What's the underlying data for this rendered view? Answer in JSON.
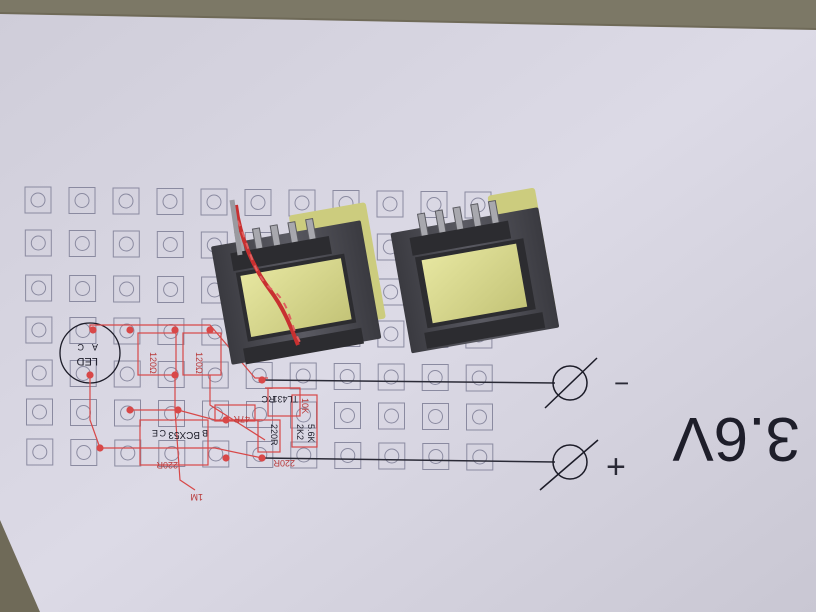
{
  "labels": {
    "voltage": "3.6V",
    "minus": "−",
    "plus": "+",
    "led": "LED",
    "led_c": "C",
    "led_a": "A",
    "r1": "120Ω",
    "r2": "120Ω",
    "transistor": "BCX53",
    "r_base": "220R",
    "r_47": "47R",
    "reg": "TL431",
    "r_10k": "10K",
    "r_2k2": "2K2",
    "r_5k6": "5.6K",
    "r_220r_b": "220R",
    "r_220r_c": "220R",
    "r_1m": "1M",
    "pin_c": "C",
    "pin_e": "E",
    "pin_b": "B",
    "reg_r": "R",
    "reg_c": "C"
  },
  "colors": {
    "paper": "#d6d4e0",
    "grid": "#8a8aa0",
    "trace": "#d84848",
    "ink": "#1c1c28",
    "core": "#4a4a50",
    "tape": "#d8d88a",
    "wire_red": "#c83030"
  }
}
